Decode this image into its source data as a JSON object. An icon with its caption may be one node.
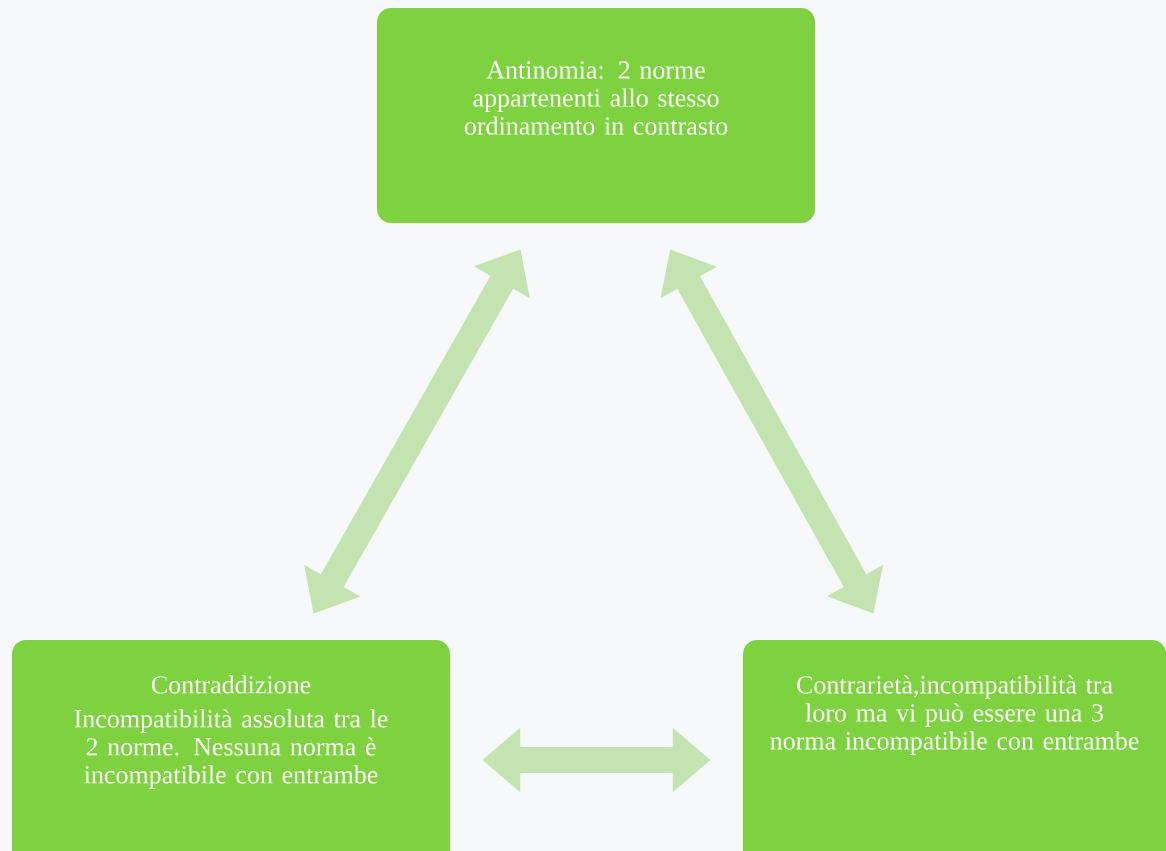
{
  "diagram": {
    "nodes": [
      {
        "text": [
          "Antinomia: 2 norme appartenenti allo stesso ordinamento in contrasto"
        ]
      },
      {
        "text": [
          "Contraddizione",
          "Incompatibilità assoluta tra le 2 norme. Nessuna norma è incompatibile con entrambe"
        ]
      },
      {
        "text": [
          "Contrarietà,incompatibilità tra loro ma vi può essere una 3 norma incompatibile con entrambe"
        ]
      }
    ],
    "edges": [
      {
        "from": 0,
        "to": 1,
        "arrow": "both"
      },
      {
        "from": 0,
        "to": 2,
        "arrow": "both"
      },
      {
        "from": 1,
        "to": 2,
        "arrow": "both"
      }
    ]
  }
}
